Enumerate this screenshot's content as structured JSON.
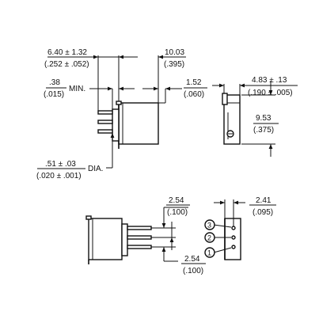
{
  "dims": {
    "body_offset_mm": "6.40 ± 1.32",
    "body_offset_in": "(.252 ± .052)",
    "overall_length_mm": "10.03",
    "overall_length_in": "(.395)",
    "lead_min_mm": ".38",
    "lead_min_in": "(.015)",
    "lead_min_label": "MIN.",
    "body_gap_mm": "1.52",
    "body_gap_in": "(.060)",
    "width_mm": "4.83 ± .13",
    "width_in": "(.190 ± .005)",
    "height_mm": "9.53",
    "height_in": "(.375)",
    "pin_dia_mm": ".51 ± .03",
    "pin_dia_in": "(.020 ± .001)",
    "pin_dia_label": "DIA.",
    "pin_pitch_top_mm": "2.54",
    "pin_pitch_top_in": "(.100)",
    "pin_pitch_bot_mm": "2.54",
    "pin_pitch_bot_in": "(.100)",
    "end_offset_mm": "2.41",
    "end_offset_in": "(.095)"
  },
  "pins": [
    "3",
    "2",
    "1"
  ]
}
